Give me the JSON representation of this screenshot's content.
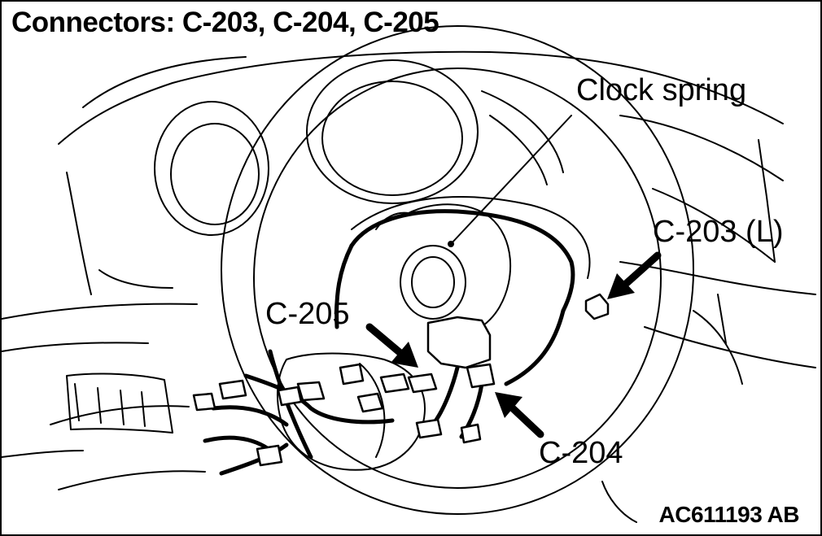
{
  "title": "Connectors: C-203, C-204, C-205",
  "labels": {
    "clock_spring": "Clock spring",
    "c203": "C-203 (L)",
    "c205": "C-205",
    "c204": "C-204"
  },
  "figure_id": "AC611193 AB",
  "colors": {
    "line": "#000000",
    "background": "#ffffff"
  }
}
